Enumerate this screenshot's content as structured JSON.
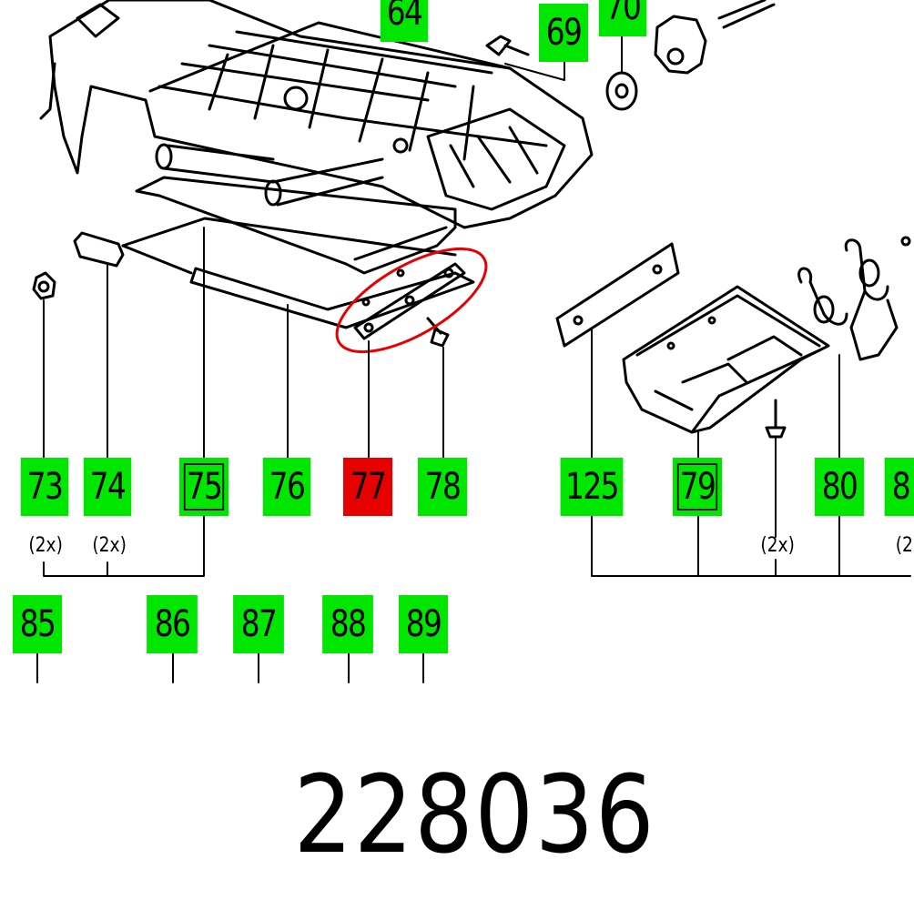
{
  "part_number": "228036",
  "callouts": [
    {
      "id": "64",
      "text": "64",
      "state": "normal"
    },
    {
      "id": "69",
      "text": "69",
      "state": "normal"
    },
    {
      "id": "70",
      "text": "70",
      "state": "normal"
    },
    {
      "id": "73",
      "text": "73",
      "state": "normal",
      "qty": "(2x)"
    },
    {
      "id": "74",
      "text": "74",
      "state": "normal",
      "qty": "(2x)"
    },
    {
      "id": "75",
      "text": "75",
      "state": "boxed"
    },
    {
      "id": "76",
      "text": "76",
      "state": "normal"
    },
    {
      "id": "77",
      "text": "77",
      "state": "highlighted"
    },
    {
      "id": "78",
      "text": "78",
      "state": "normal"
    },
    {
      "id": "125",
      "text": "125",
      "state": "normal"
    },
    {
      "id": "79",
      "text": "79",
      "state": "boxed"
    },
    {
      "id": "80",
      "text": "80",
      "state": "normal"
    },
    {
      "id": "81",
      "text": "8",
      "state": "normal",
      "qty": "(2"
    },
    {
      "id": "85",
      "text": "85",
      "state": "normal"
    },
    {
      "id": "86",
      "text": "86",
      "state": "normal"
    },
    {
      "id": "87",
      "text": "87",
      "state": "normal"
    },
    {
      "id": "88",
      "text": "88",
      "state": "normal"
    },
    {
      "id": "89",
      "text": "89",
      "state": "normal"
    }
  ],
  "quantity_note_2x": "(2x)",
  "colors": {
    "callout": "#00e600",
    "selected": "#e60000",
    "selection_ring": "#e60000",
    "ink": "#000000"
  }
}
